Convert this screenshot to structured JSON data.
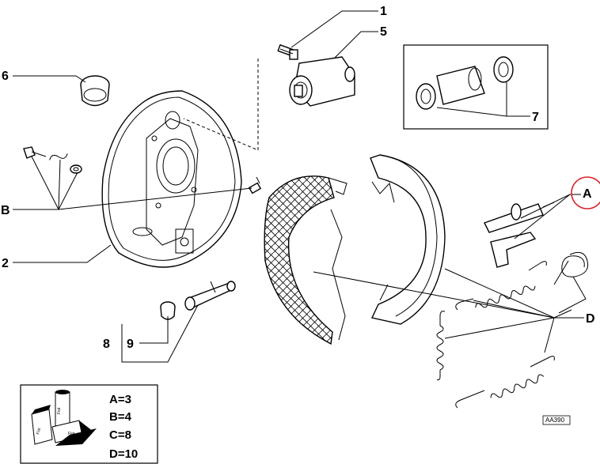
{
  "callouts": {
    "c1": "1",
    "c5": "5",
    "c6": "6",
    "c7": "7",
    "cB": "B",
    "c2": "2",
    "cA": "A",
    "cD": "D",
    "c8": "8",
    "c9": "9"
  },
  "legend": {
    "line_a": "A=3",
    "line_b": "B=4",
    "line_c": "C=8",
    "line_d": "D=10"
  },
  "pack_labels": {
    "top": "Fiat",
    "middle": "Fiat",
    "bottom": "Fiat"
  },
  "reference_code": "AA390",
  "highlight_color": "#d9222a"
}
